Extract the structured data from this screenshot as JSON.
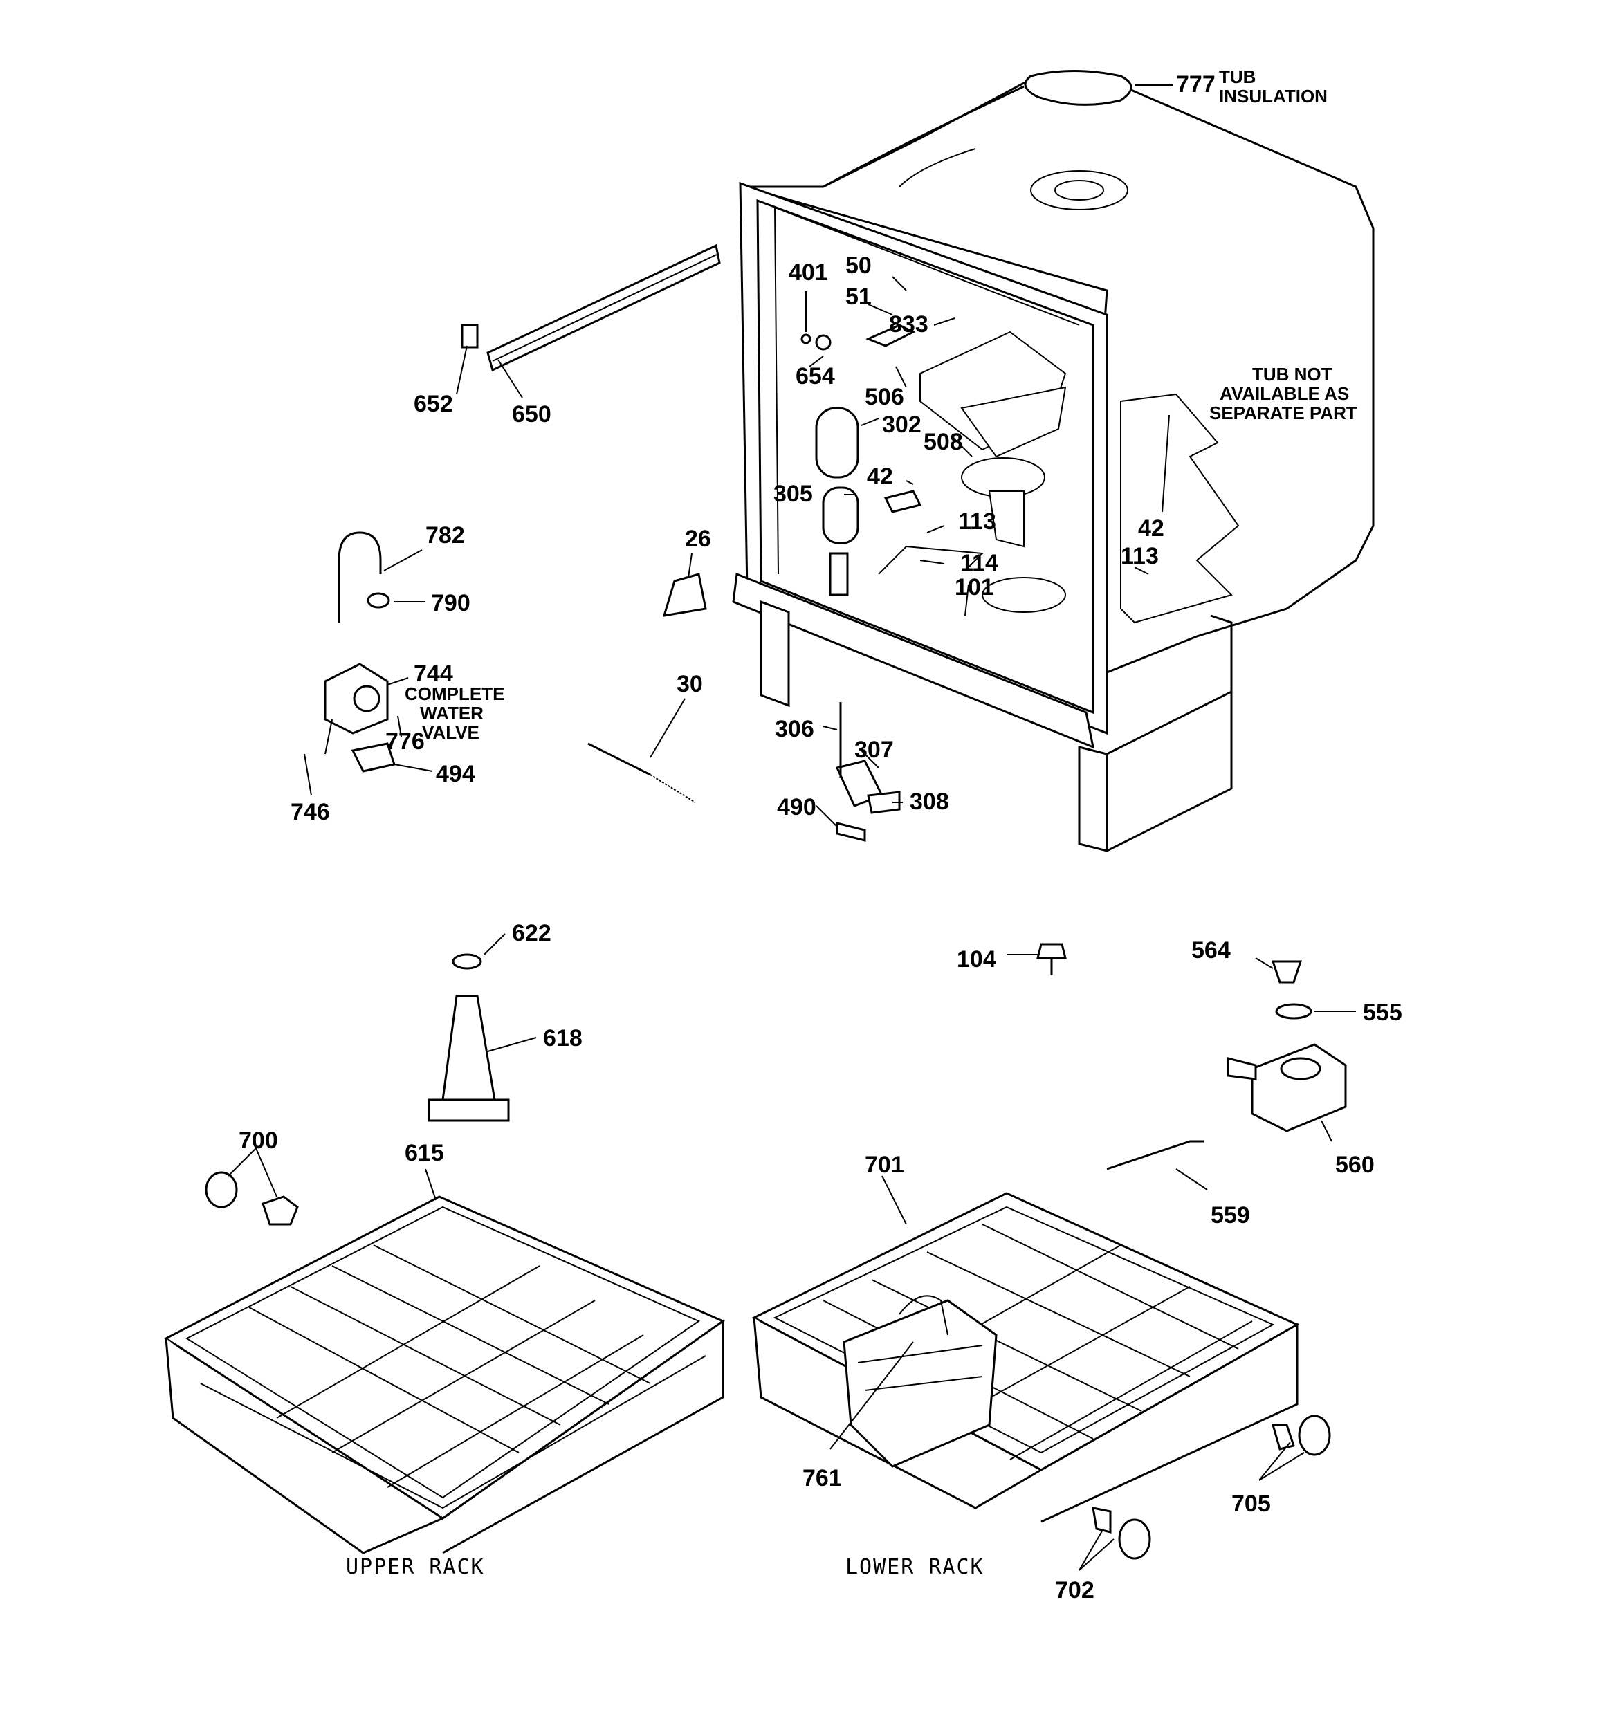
{
  "parts": {
    "p777": "777",
    "p50": "50",
    "p401": "401",
    "p51": "51",
    "p833": "833",
    "p652": "652",
    "p650": "650",
    "p654": "654",
    "p506": "506",
    "p302": "302",
    "p508": "508",
    "p42a": "42",
    "p305": "305",
    "p113a": "113",
    "p42b": "42",
    "p113b": "113",
    "p26": "26",
    "p114": "114",
    "p101": "101",
    "p782": "782",
    "p790": "790",
    "p744": "744",
    "p776": "776",
    "p494": "494",
    "p746": "746",
    "p30": "30",
    "p306": "306",
    "p307": "307",
    "p308": "308",
    "p490": "490",
    "p622": "622",
    "p104": "104",
    "p564": "564",
    "p555": "555",
    "p618": "618",
    "p700": "700",
    "p615": "615",
    "p701": "701",
    "p560": "560",
    "p559": "559",
    "p761": "761",
    "p705": "705",
    "p702": "702"
  },
  "notes": {
    "tub_insulation_1": "TUB",
    "tub_insulation_2": "INSULATION",
    "tub_not_1": "TUB NOT",
    "tub_not_2": "AVAILABLE AS",
    "tub_not_3": "SEPARATE PART",
    "valve_1": "COMPLETE",
    "valve_2": "WATER",
    "valve_3": "VALVE"
  },
  "captions": {
    "upper_rack": "UPPER RACK",
    "lower_rack": "LOWER RACK"
  }
}
